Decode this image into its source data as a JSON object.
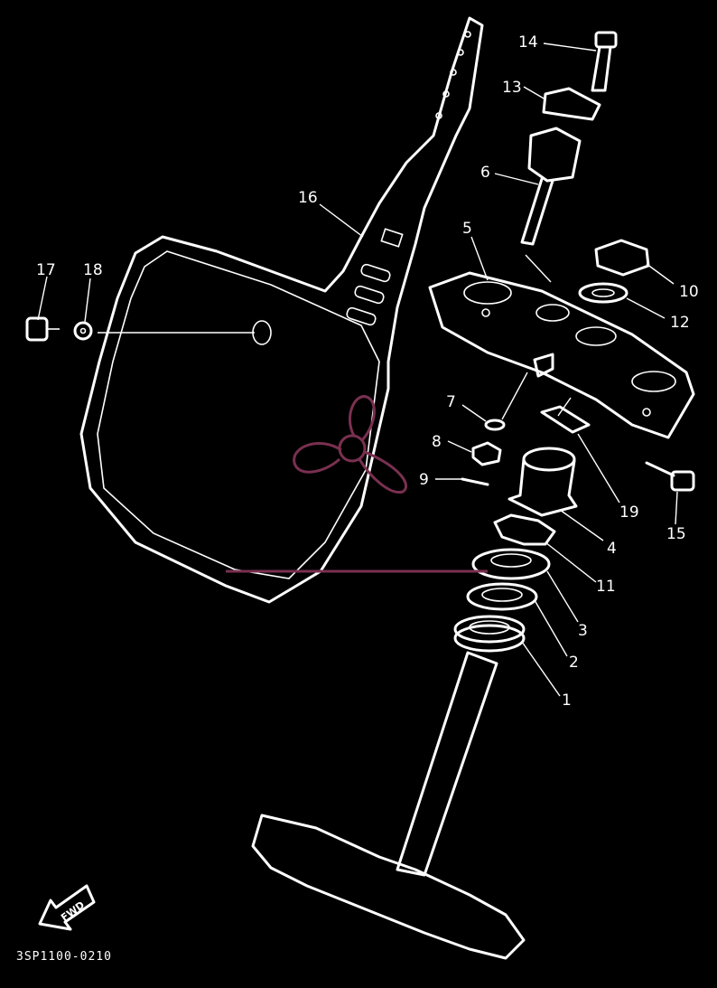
{
  "diagram": {
    "code": "3SP1100-0210",
    "fwd_label": "FWD",
    "callouts": [
      "1",
      "2",
      "3",
      "4",
      "5",
      "6",
      "7",
      "8",
      "9",
      "10",
      "11",
      "12",
      "13",
      "14",
      "15",
      "16",
      "17",
      "18",
      "19"
    ]
  },
  "colors": {
    "background": "#000000",
    "linework": "#ffffff",
    "watermark": "#7a3050"
  }
}
